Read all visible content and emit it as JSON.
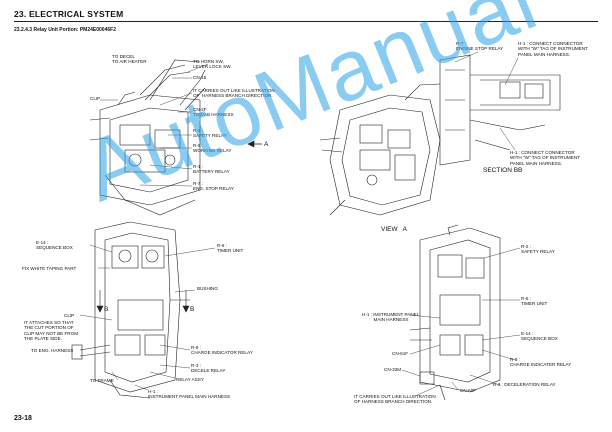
{
  "header": {
    "section_title": "23.  ELECTRICAL SYSTEM",
    "subsection": "23.2.4.3 Relay Unit Portion: PM24E00046F2",
    "page_number": "23-18"
  },
  "watermark": "AutoManual",
  "labels": {
    "to_decel": "TO DECEL\nTO AIR HEATER",
    "to_horn": "TO HORN SW,\nLEVER LOCK SW.",
    "cn15": "CN-15",
    "carries_out_top": "IT CARRIES OUT LIKE ILLUSTRATION\nOF  HARNESS BRANCH DIRECTION.",
    "clip_top": "CLIP",
    "cn2f": "CN-2F\nTO CAB HARNESS",
    "r2_top": "R-2 :\nSAFETY RELAY",
    "r5_top": "R-5 :\nWORKING RELAY",
    "r1_top": "R-1 :\nBATTERY RELAY",
    "r7_top": "R-7 :\nENG. STOP RELAY",
    "arrow_a": "A",
    "r7_right": "R-7 :\nENGINE STOP RELAY",
    "h1_connect_1": "H-1 : CONNECT CONNECTOR\nWITH \"W\" TAG OF INSTRUMENT\nPANEL MAIN HARNESS.",
    "h1_connect_2": "H-1 : CONNECT CONNECTOR\nWITH \"W\" TAG OF INSTRUMENT\nPANEL MAIN HARNESS.",
    "section_bb": "SECTION BB",
    "view_a": "VIEW   A",
    "e14_left": "E-14 :\nSEQUENCE BOX",
    "r6_left": "R-6 :\nTIMER UNIT",
    "fix_white": "FIX WHITE TAPING PART",
    "bushing": "BUSHING",
    "clip_bottom": "CLIP",
    "b_left": "B",
    "b_right": "B",
    "attaches": "IT ATTACHES SO THAT\nTHE CUT PORTION OF\nCLIP MAY NOT BE FROM\nTHE PLATE SIDE.",
    "to_eng_harness": "TO ENG. HARNESS",
    "r8_left": "R-8 :\nCHARGE INDICATOR RELAY",
    "r3_left": "R-3 :\nDECELE RELAY",
    "to_frame": "TO FRAME",
    "relay_assy": "RELAY ASSY",
    "h1_left": "H-1 :\nINSTRUMENT PANEL MAIN HARNESS",
    "r2_right": "R-2 :\nSAFETY RELAY",
    "r6_right": "R-6 :\nTIMER UNIT",
    "h1_right": "H-1 : INSTRUMENT PANEL\n         MAIN HARNESS",
    "e14_right": "E-14 :\nSEQUENCE BOX",
    "cn61f": "CN-61F",
    "r8_right": "R-8 :\nCHARGE INDICATER RELAY",
    "cn32m": "CN-32M",
    "r3_right": "R-3 : DECELERATION RELAY",
    "cn60f": "CN-60F",
    "carries_out_bottom": "IT CARRIES OUT LIKE ILLUSTRATION\nOF HARNESS BRANCH DIRECTION."
  }
}
